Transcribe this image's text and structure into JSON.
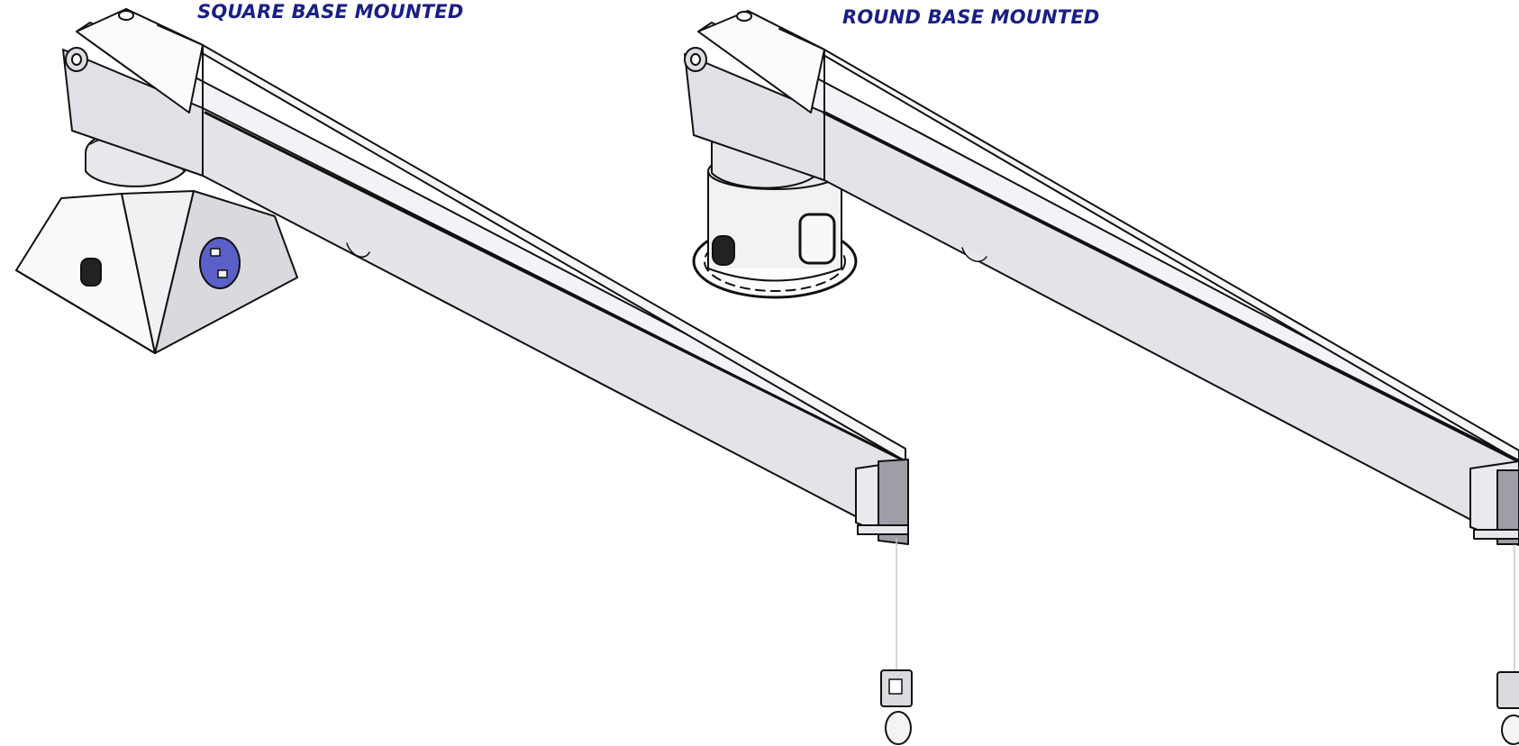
{
  "cranes": [
    {
      "caption": "SQUARE BASE MOUNTED",
      "base_type": "square"
    },
    {
      "caption": "ROUND BASE MOUNTED",
      "base_type": "round"
    }
  ],
  "colors": {
    "caption": "#1a1f85",
    "outline": "#111111",
    "boom_light": "#f3f3f7",
    "boom_mid": "#e3e3ea",
    "boom_dark": "#cfcfd8",
    "porthole": "#5b5fc8"
  }
}
